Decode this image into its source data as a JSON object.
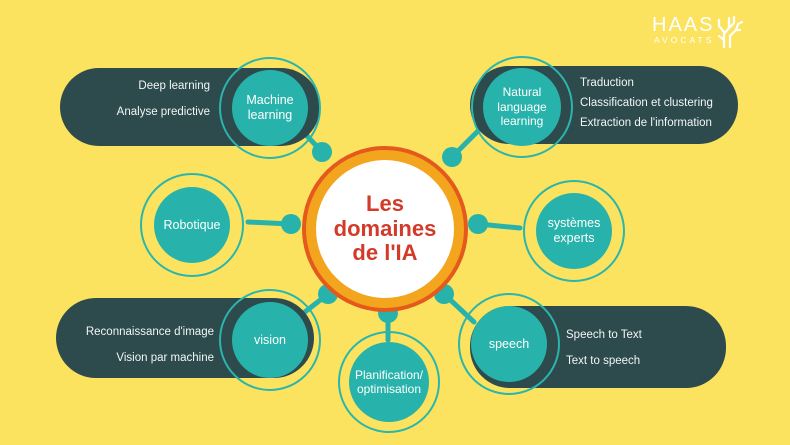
{
  "logo": {
    "name": "HAAS",
    "sub": "AVOCATS"
  },
  "center": {
    "line1": "Les",
    "line2": "domaines",
    "line3": "de l'IA"
  },
  "nodes": {
    "machine_learning": {
      "line1": "Machine",
      "line2": "learning",
      "items": [
        "Deep learning",
        "Analyse predictive"
      ]
    },
    "nlp": {
      "line1": "Natural",
      "line2": "language",
      "line3": "learning",
      "items": [
        "Traduction",
        "Classification et clustering",
        "Extraction de l'information"
      ]
    },
    "robotique": {
      "label": "Robotique"
    },
    "systemes_experts": {
      "line1": "systèmes",
      "line2": "experts"
    },
    "vision": {
      "label": "vision",
      "items": [
        "Reconnaissance d'image",
        "Vision par machine"
      ]
    },
    "planification": {
      "line1": "Planification/",
      "line2": "optimisation"
    },
    "speech": {
      "label": "speech",
      "items": [
        "Speech to Text",
        "Text to speech"
      ]
    }
  },
  "colors": {
    "background": "#fbe35f",
    "teal": "#27b3ab",
    "dark": "#2d4a4c",
    "center_text": "#d23a2a",
    "center_ring": "#e45a1d"
  }
}
